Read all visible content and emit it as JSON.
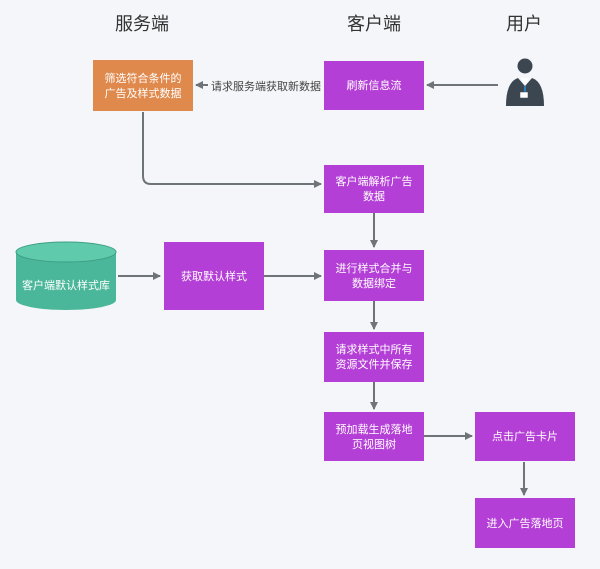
{
  "columns": {
    "server": "服务端",
    "client": "客户端",
    "user": "用户"
  },
  "nodes": {
    "filter_ads": "筛选符合条件的广告及样式数据",
    "refresh_feed": "刷新信息流",
    "parse_ad_data": "客户端解析广告数据",
    "default_style_db": "客户端默认样式库",
    "get_default_style": "获取默认样式",
    "merge_bind": "进行样式合并与数据绑定",
    "request_resources": "请求样式中所有资源文件并保存",
    "preload_view_tree": "预加载生成落地页视图树",
    "click_ad_card": "点击广告卡片",
    "enter_landing": "进入广告落地页"
  },
  "edges": {
    "request_server": "请求服务端获取新数据"
  },
  "icons": {
    "user": "user-avatar-icon"
  },
  "colors": {
    "client_box": "#b43fd6",
    "server_box": "#e0894c",
    "database": "#4bb79a",
    "arrow": "#6f7479"
  }
}
